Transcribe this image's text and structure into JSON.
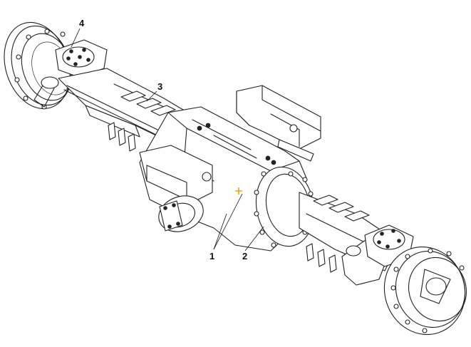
{
  "figure": {
    "callouts": [
      {
        "id": "callout-1",
        "label": "1"
      },
      {
        "id": "callout-2",
        "label": "2"
      },
      {
        "id": "callout-3",
        "label": "3"
      },
      {
        "id": "callout-4",
        "label": "4"
      }
    ],
    "colors": {
      "line": "#222222",
      "background": "#ffffff",
      "marker": "#f0a020"
    }
  }
}
